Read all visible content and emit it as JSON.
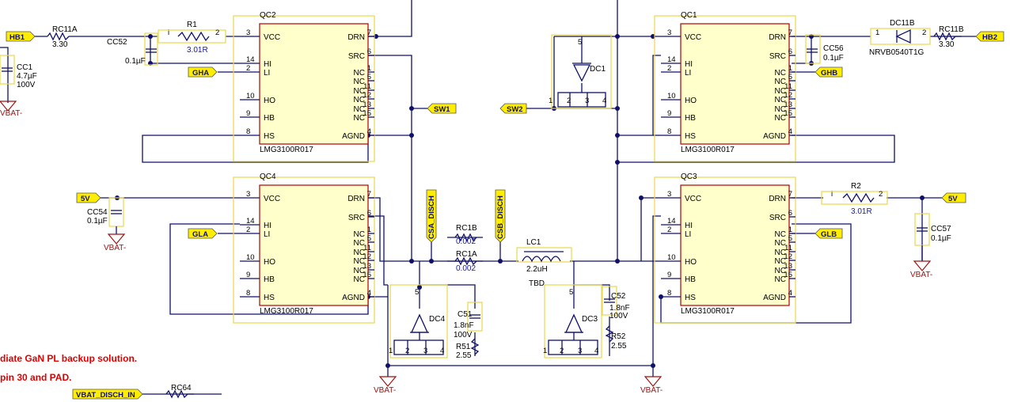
{
  "ics": {
    "qc2": {
      "ref": "QC2",
      "part": "LMG3100R017"
    },
    "qc1": {
      "ref": "QC1",
      "part": "LMG3100R017"
    },
    "qc4": {
      "ref": "QC4",
      "part": "LMG3100R017"
    },
    "qc3": {
      "ref": "QC3",
      "part": "LMG3100R017"
    },
    "left_pins": {
      "vcc": "VCC",
      "hi": "HI",
      "li": "LI",
      "ho": "HO",
      "hb": "HB",
      "hs": "HS",
      "n3": "3",
      "n14": "14",
      "n2": "2",
      "n10": "10",
      "n9": "9",
      "n8": "8"
    },
    "right_pins": {
      "drn": "DRN",
      "src": "SRC",
      "nc": "NC",
      "agnd": "AGND",
      "n7": "7",
      "n6": "6",
      "n1": "1",
      "n5": "5",
      "n11": "11",
      "n12": "12",
      "n13": "13",
      "n15": "15",
      "n4": "4"
    }
  },
  "passives": {
    "rc11a": {
      "ref": "RC11A",
      "value": "3.30"
    },
    "rc11b": {
      "ref": "RC11B",
      "value": "3.30"
    },
    "r1": {
      "ref": "R1",
      "value": "3.01R"
    },
    "r2": {
      "ref": "R2",
      "value": "3.01R"
    },
    "cc52": {
      "ref": "CC52",
      "value": "0.1µF"
    },
    "cc1": {
      "ref": "CC1",
      "value1": "4.7µF",
      "value2": "100V"
    },
    "cc56": {
      "ref": "CC56",
      "value": "0.1µF"
    },
    "cc54": {
      "ref": "CC54",
      "value": "0.1µF"
    },
    "cc57": {
      "ref": "CC57",
      "value": "0.1µF"
    },
    "rc1b": {
      "ref": "RC1B",
      "value": "0.002"
    },
    "rc1a": {
      "ref": "RC1A",
      "value": "0.002"
    },
    "lc1": {
      "ref": "LC1",
      "value": "2.2uH"
    },
    "tbd": "TBD",
    "c51": {
      "ref": "C51",
      "value1": "1.8nF",
      "value2": "100V"
    },
    "c52": {
      "ref": "C52",
      "value1": "1.8nF",
      "value2": "100V"
    },
    "r51": {
      "ref": "R51",
      "value": "2.55"
    },
    "r52": {
      "ref": "R52",
      "value": "2.55"
    },
    "rc64": {
      "ref": "RC64"
    },
    "dc1": {
      "ref": "DC1"
    },
    "dc3": {
      "ref": "DC3"
    },
    "dc4": {
      "ref": "DC4"
    },
    "dc11b": {
      "ref": "DC11B",
      "part": "NRVB0540T1G"
    },
    "pin_i": "i",
    "pin_2": "2",
    "pin_1": "1",
    "pin_3": "3",
    "pin_4": "4",
    "pin_5": "5"
  },
  "nets": {
    "hb1": "HB1",
    "hb2": "HB2",
    "gha": "GHA",
    "ghb": "GHB",
    "gla": "GLA",
    "glb": "GLB",
    "sw1": "SW1",
    "sw2": "SW2",
    "v5": "5V",
    "csa": "CSA_DISCH",
    "csb": "CSB_DISCH",
    "vbat_disch": "VBAT_DISCH_IN",
    "vbat": "VBAT-"
  },
  "notes": {
    "line1": "diate GaN PL backup solution.",
    "line2": "pin 30 and PAD."
  },
  "colors": {
    "wire": "#10106a",
    "part_fill": "#ffffcc",
    "part_border": "#b00000",
    "outline": "#e8d84a",
    "netlabel": "#ffee00",
    "gnd": "#a01010",
    "note": "#e00000"
  }
}
